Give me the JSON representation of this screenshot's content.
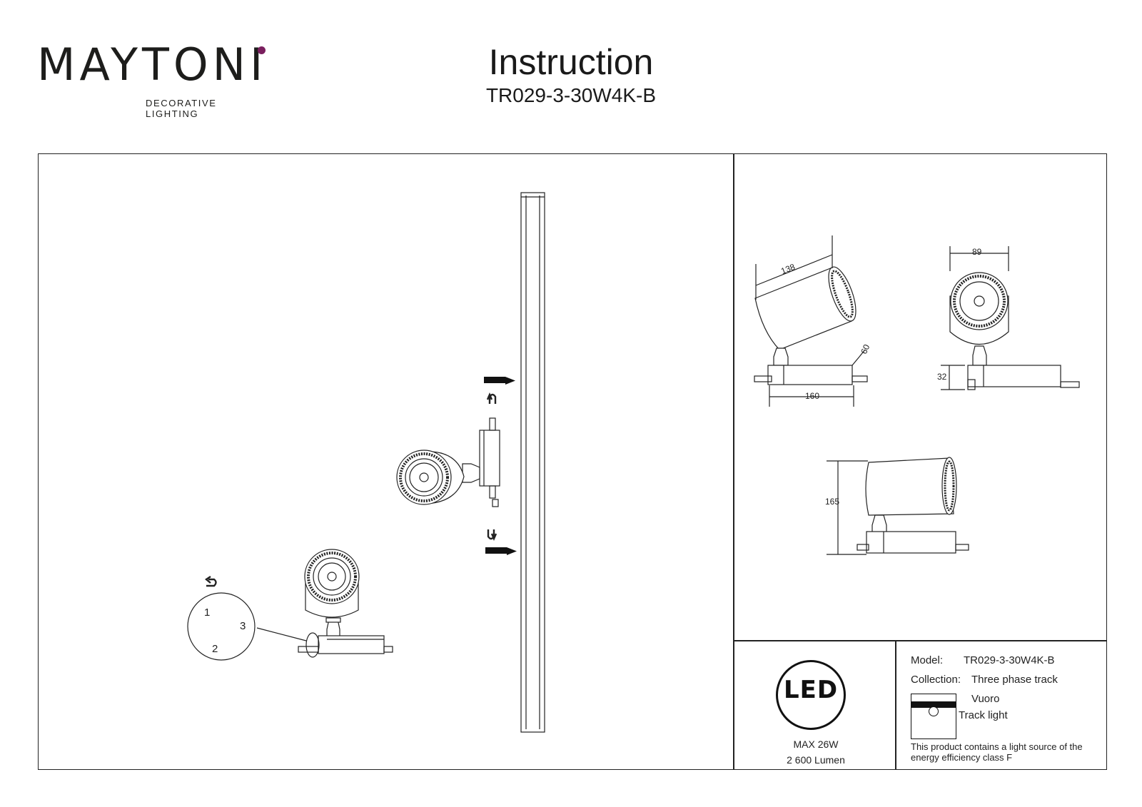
{
  "brand": {
    "name": "MAYTONI",
    "tagline": "DECORATIVE LIGHTING",
    "accent_color": "#7a1f5e"
  },
  "header": {
    "title": "Instruction",
    "model_code": "TR029-3-30W4K-B"
  },
  "assembly": {
    "callout_numbers": [
      "1",
      "2",
      "3"
    ],
    "icons": [
      "push-arrow-icon",
      "rotate-arrow-icon"
    ]
  },
  "dimensions": {
    "side_length": "138",
    "side_tilt": "60",
    "base_length": "160",
    "front_width": "89",
    "front_base_height": "32",
    "total_height": "165"
  },
  "specs": {
    "badge": "LED",
    "power": "MAX 26W",
    "luminous_flux": "2 600 Lumen"
  },
  "product": {
    "model_label": "Model:",
    "model_value": "TR029-3-30W4K-B",
    "collection_label": "Collection:",
    "collection_value": "Three phase track",
    "series": "Vuoro",
    "type": "Track light",
    "energy_note": "This product contains a light source of the energy efficiency class F"
  }
}
